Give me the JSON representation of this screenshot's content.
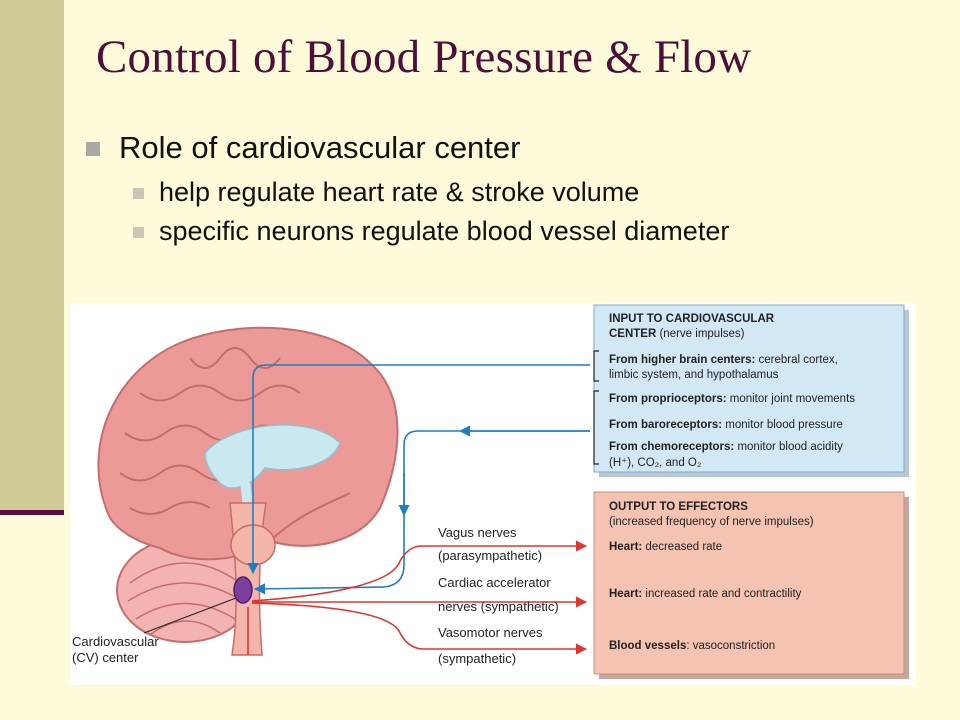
{
  "slide": {
    "title": "Control of Blood Pressure & Flow",
    "bullets": [
      {
        "text": "Role of cardiovascular center",
        "sub": [
          "help regulate heart rate & stroke volume",
          "specific neurons regulate blood vessel diameter"
        ]
      }
    ]
  },
  "figure": {
    "cv_center_label": [
      "Cardiovascular",
      "(CV) center"
    ],
    "nerves": [
      {
        "line1": "Vagus nerves",
        "line2": "(parasympathetic)"
      },
      {
        "line1": "Cardiac accelerator",
        "line2": "nerves (sympathetic)"
      },
      {
        "line1": "Vasomotor nerves",
        "line2": "(sympathetic)"
      }
    ],
    "input_box": {
      "title_bold": [
        "INPUT TO CARDIOVASCULAR",
        "CENTER"
      ],
      "title_rest": " (nerve impulses)",
      "items": [
        {
          "bold": "From higher brain centers:",
          "rest": " cerebral cortex,",
          "rest2": "limbic system, and hypothalamus"
        },
        {
          "bold": "From proprioceptors:",
          "rest": " monitor joint movements"
        },
        {
          "bold": "From baroreceptors:",
          "rest": " monitor blood pressure"
        },
        {
          "bold": "From chemoreceptors:",
          "rest": " monitor blood acidity",
          "rest2": "(H⁺), CO₂, and O₂"
        }
      ]
    },
    "output_box": {
      "title_bold": "OUTPUT TO EFFECTORS",
      "title_rest": "(increased frequency of nerve impulses)",
      "items": [
        {
          "bold": "Heart:",
          "rest": " decreased rate"
        },
        {
          "bold": "Heart:",
          "rest": " increased rate and contractility"
        },
        {
          "bold": "Blood vessels",
          "rest": ": vasoconstriction"
        }
      ]
    },
    "colors": {
      "input_fill": "#d3e8f5",
      "output_fill": "#f4c3b2",
      "arrow_blue": "#1d7fc2",
      "arrow_red": "#e0352f",
      "brain": "#eb9a98",
      "cv_center": "#7b3f9e"
    }
  }
}
